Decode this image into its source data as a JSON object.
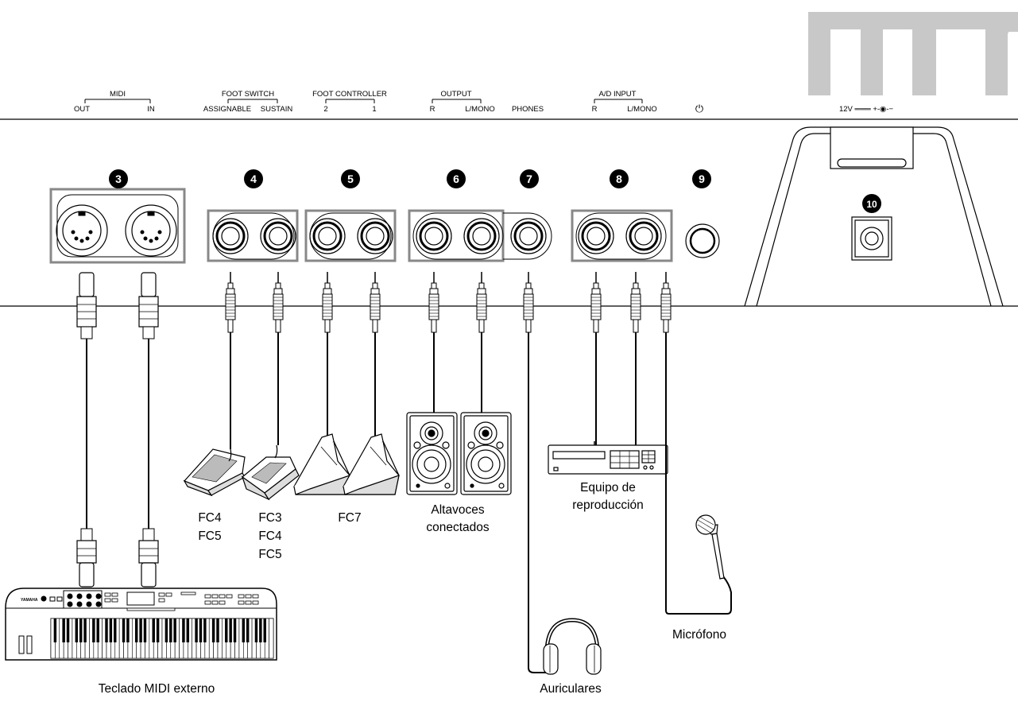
{
  "panel_labels": {
    "midi_group": "MIDI",
    "midi_out": "OUT",
    "midi_in": "IN",
    "foot_switch_group": "FOOT SWITCH",
    "assignable": "ASSIGNABLE",
    "sustain": "SUSTAIN",
    "foot_controller_group": "FOOT CONTROLLER",
    "fc_2": "2",
    "fc_1": "1",
    "output_group": "OUTPUT",
    "output_r": "R",
    "output_lmono": "L/MONO",
    "phones": "PHONES",
    "ad_input_group": "A/D INPUT",
    "ad_r": "R",
    "ad_lmono": "L/MONO",
    "power_symbol": "⏻",
    "dc_in": "12V ═══ +-◉-−"
  },
  "callouts": [
    "3",
    "4",
    "5",
    "6",
    "7",
    "8",
    "9",
    "10"
  ],
  "device_labels": {
    "fc4_fc5": [
      "FC4",
      "FC5"
    ],
    "fc3_fc4_fc5": [
      "FC3",
      "FC4",
      "FC5"
    ],
    "fc7": "FC7",
    "speakers": [
      "Altavoces",
      "conectados"
    ],
    "playback": [
      "Equipo de",
      "reproducción"
    ],
    "microphone": "Micrófono",
    "headphones": "Auriculares",
    "keyboard": "Teclado MIDI externo"
  },
  "keyboard_brand": "YAMAHA",
  "logo": "m"
}
